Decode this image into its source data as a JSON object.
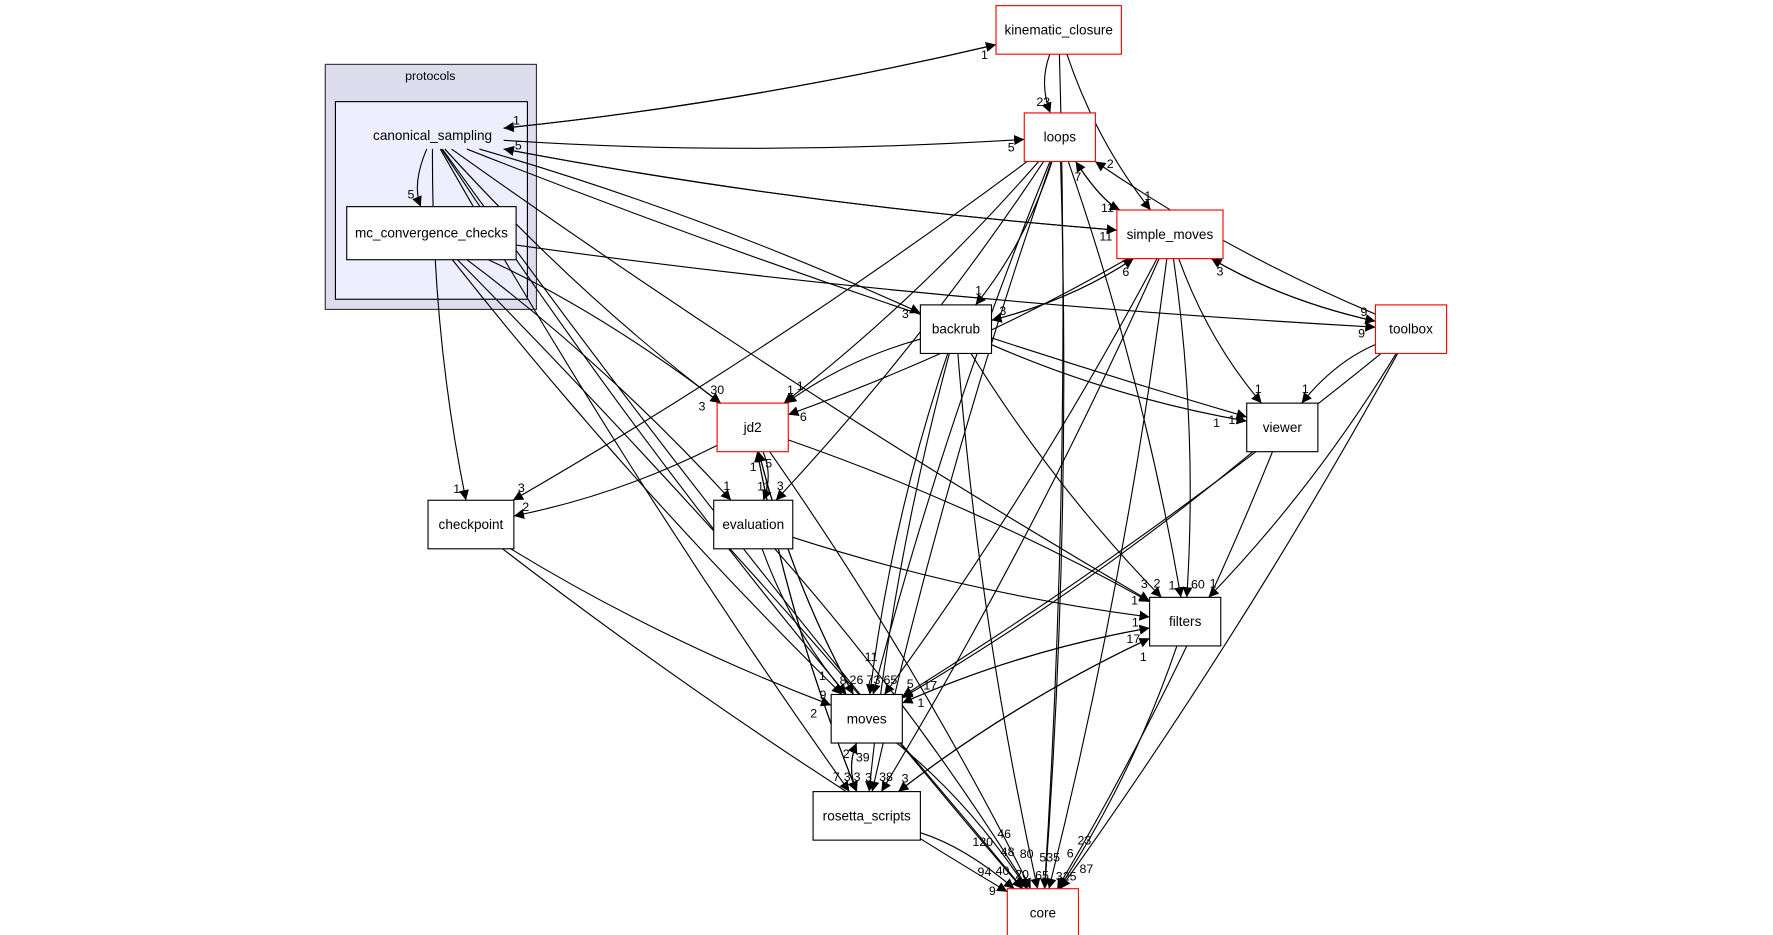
{
  "colors": {
    "cluster_outer": "#ddddee",
    "cluster_inner": "#eeeeff",
    "highlight_border": "#ff0000",
    "normal_border": "#000000"
  },
  "cluster": {
    "label": "protocols"
  },
  "nodes": [
    {
      "id": "canonical_sampling",
      "label": "canonical_sampling",
      "red": false,
      "cluster": true
    },
    {
      "id": "mc_convergence_checks",
      "label": "mc_convergence_checks",
      "red": false
    },
    {
      "id": "kinematic_closure",
      "label": "kinematic_closure",
      "red": true
    },
    {
      "id": "loops",
      "label": "loops",
      "red": true
    },
    {
      "id": "simple_moves",
      "label": "simple_moves",
      "red": true
    },
    {
      "id": "backrub",
      "label": "backrub",
      "red": false
    },
    {
      "id": "toolbox",
      "label": "toolbox",
      "red": true
    },
    {
      "id": "jd2",
      "label": "jd2",
      "red": true
    },
    {
      "id": "viewer",
      "label": "viewer",
      "red": false
    },
    {
      "id": "checkpoint",
      "label": "checkpoint",
      "red": false
    },
    {
      "id": "evaluation",
      "label": "evaluation",
      "red": false
    },
    {
      "id": "filters",
      "label": "filters",
      "red": false
    },
    {
      "id": "moves",
      "label": "moves",
      "red": false
    },
    {
      "id": "rosetta_scripts",
      "label": "rosetta_scripts",
      "red": false
    },
    {
      "id": "core",
      "label": "core",
      "red": true
    }
  ],
  "edges": [
    {
      "from": "canonical_sampling",
      "to": "kinematic_closure",
      "label": "1"
    },
    {
      "from": "kinematic_closure",
      "to": "canonical_sampling",
      "label": "1"
    },
    {
      "from": "canonical_sampling",
      "to": "loops",
      "label": "5"
    },
    {
      "from": "canonical_sampling",
      "to": "mc_convergence_checks",
      "label": "5"
    },
    {
      "from": "canonical_sampling",
      "to": "simple_moves",
      "label": "11"
    },
    {
      "from": "simple_moves",
      "to": "canonical_sampling",
      "label": "5"
    },
    {
      "from": "canonical_sampling",
      "to": "jd2",
      "label": "30"
    },
    {
      "from": "canonical_sampling",
      "to": "checkpoint",
      "label": "1"
    },
    {
      "from": "canonical_sampling",
      "to": "moves",
      "label": "8"
    },
    {
      "from": "canonical_sampling",
      "to": "rosetta_scripts",
      "label": "3"
    },
    {
      "from": "canonical_sampling",
      "to": "core",
      "label": "20"
    },
    {
      "from": "canonical_sampling",
      "to": "filters",
      "label": "1"
    },
    {
      "from": "canonical_sampling",
      "to": "backrub",
      "label": "3"
    },
    {
      "from": "canonical_sampling",
      "to": "viewer",
      "label": "1"
    },
    {
      "from": "mc_convergence_checks",
      "to": "toolbox",
      "label": "9"
    },
    {
      "from": "mc_convergence_checks",
      "to": "jd2",
      "label": "3"
    },
    {
      "from": "mc_convergence_checks",
      "to": "evaluation",
      "label": "1"
    },
    {
      "from": "mc_convergence_checks",
      "to": "moves",
      "label": "9"
    },
    {
      "from": "mc_convergence_checks",
      "to": "core",
      "label": "40"
    },
    {
      "from": "kinematic_closure",
      "to": "loops",
      "label": "23"
    },
    {
      "from": "kinematic_closure",
      "to": "simple_moves",
      "label": "1"
    },
    {
      "from": "kinematic_closure",
      "to": "core",
      "label": "65"
    },
    {
      "from": "loops",
      "to": "simple_moves",
      "label": "11"
    },
    {
      "from": "simple_moves",
      "to": "loops",
      "label": "7"
    },
    {
      "from": "loops",
      "to": "backrub",
      "label": "1"
    },
    {
      "from": "loops",
      "to": "jd2",
      "label": "1"
    },
    {
      "from": "loops",
      "to": "checkpoint",
      "label": "3"
    },
    {
      "from": "loops",
      "to": "evaluation",
      "label": "3"
    },
    {
      "from": "loops",
      "to": "moves",
      "label": "73"
    },
    {
      "from": "loops",
      "to": "rosetta_scripts",
      "label": "3"
    },
    {
      "from": "loops",
      "to": "filters",
      "label": "1"
    },
    {
      "from": "loops",
      "to": "core",
      "label": "325"
    },
    {
      "from": "simple_moves",
      "to": "backrub",
      "label": "3"
    },
    {
      "from": "backrub",
      "to": "simple_moves",
      "label": "6"
    },
    {
      "from": "simple_moves",
      "to": "jd2",
      "label": "6"
    },
    {
      "from": "simple_moves",
      "to": "toolbox",
      "label": "9"
    },
    {
      "from": "toolbox",
      "to": "simple_moves",
      "label": "3"
    },
    {
      "from": "simple_moves",
      "to": "viewer",
      "label": "1"
    },
    {
      "from": "simple_moves",
      "to": "filters",
      "label": "60"
    },
    {
      "from": "simple_moves",
      "to": "moves",
      "label": "65"
    },
    {
      "from": "simple_moves",
      "to": "rosetta_scripts",
      "label": "38"
    },
    {
      "from": "simple_moves",
      "to": "core",
      "label": "535"
    },
    {
      "from": "toolbox",
      "to": "loops",
      "label": "2"
    },
    {
      "from": "toolbox",
      "to": "viewer",
      "label": "1"
    },
    {
      "from": "toolbox",
      "to": "filters",
      "label": "1"
    },
    {
      "from": "toolbox",
      "to": "moves",
      "label": "5"
    },
    {
      "from": "toolbox",
      "to": "core",
      "label": "87"
    },
    {
      "from": "backrub",
      "to": "jd2",
      "label": "1"
    },
    {
      "from": "backrub",
      "to": "viewer",
      "label": "1"
    },
    {
      "from": "backrub",
      "to": "filters",
      "label": "2"
    },
    {
      "from": "backrub",
      "to": "moves",
      "label": "11"
    },
    {
      "from": "backrub",
      "to": "rosetta_scripts",
      "label": "3"
    },
    {
      "from": "backrub",
      "to": "core",
      "label": "80"
    },
    {
      "from": "jd2",
      "to": "checkpoint",
      "label": "2"
    },
    {
      "from": "jd2",
      "to": "evaluation",
      "label": "11"
    },
    {
      "from": "jd2",
      "to": "moves",
      "label": "26"
    },
    {
      "from": "jd2",
      "to": "filters",
      "label": "3"
    },
    {
      "from": "jd2",
      "to": "rosetta_scripts",
      "label": "7"
    },
    {
      "from": "jd2",
      "to": "core",
      "label": "48"
    },
    {
      "from": "moves",
      "to": "jd2",
      "label": "5"
    },
    {
      "from": "rosetta_scripts",
      "to": "jd2",
      "label": "1"
    },
    {
      "from": "evaluation",
      "to": "moves",
      "label": "1"
    },
    {
      "from": "evaluation",
      "to": "filters",
      "label": "1"
    },
    {
      "from": "evaluation",
      "to": "core",
      "label": "46"
    },
    {
      "from": "checkpoint",
      "to": "moves",
      "label": "2"
    },
    {
      "from": "checkpoint",
      "to": "core",
      "label": "9"
    },
    {
      "from": "viewer",
      "to": "moves",
      "label": "1"
    },
    {
      "from": "viewer",
      "to": "core",
      "label": "6"
    },
    {
      "from": "filters",
      "to": "moves",
      "label": "17"
    },
    {
      "from": "moves",
      "to": "filters",
      "label": "17"
    },
    {
      "from": "filters",
      "to": "rosetta_scripts",
      "label": "3"
    },
    {
      "from": "rosetta_scripts",
      "to": "filters",
      "label": "1"
    },
    {
      "from": "filters",
      "to": "core",
      "label": "23"
    },
    {
      "from": "moves",
      "to": "rosetta_scripts",
      "label": "2"
    },
    {
      "from": "rosetta_scripts",
      "to": "moves",
      "label": "39"
    },
    {
      "from": "moves",
      "to": "core",
      "label": "120"
    },
    {
      "from": "rosetta_scripts",
      "to": "core",
      "label": "94"
    }
  ]
}
